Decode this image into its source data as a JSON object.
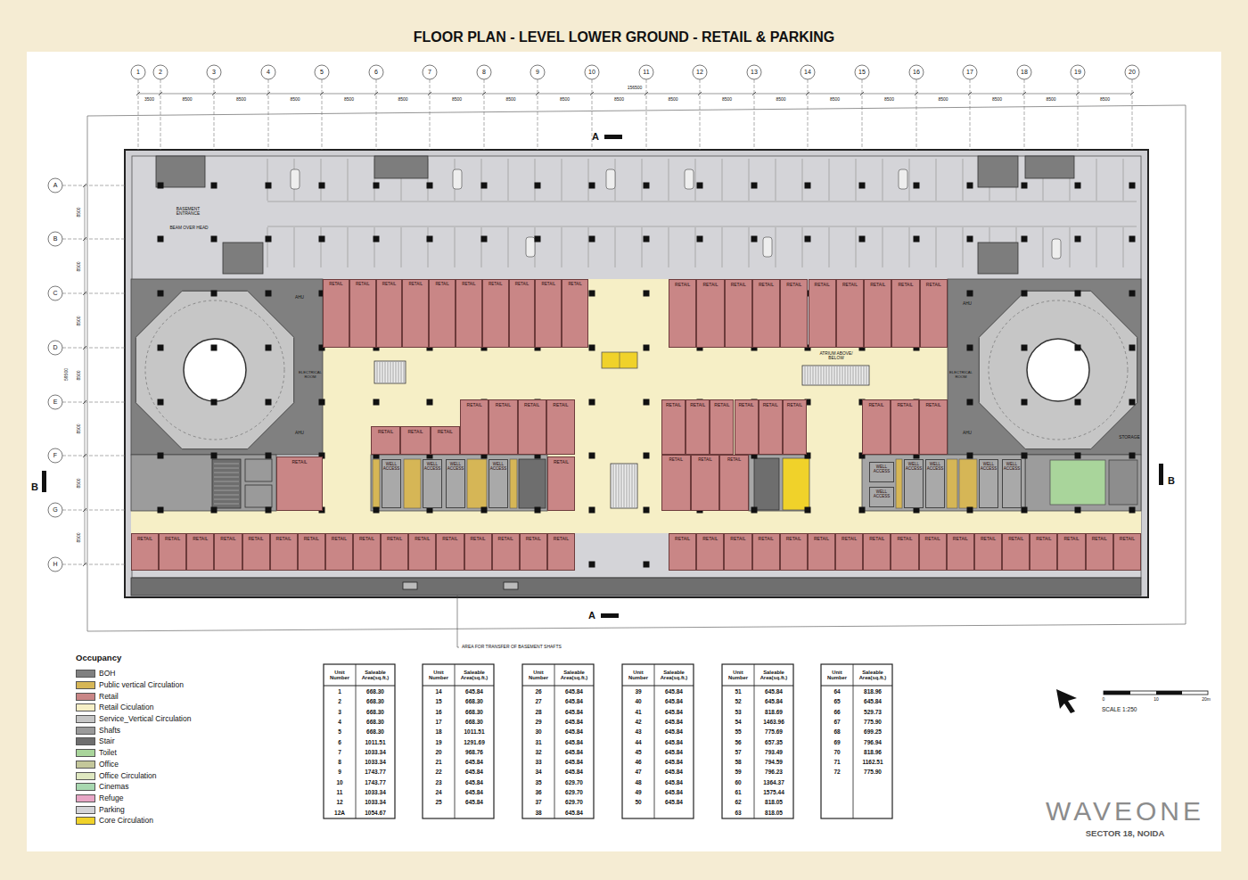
{
  "diagram": {
    "title": "FLOOR PLAN - LEVEL LOWER GROUND - RETAIL & PARKING",
    "nodes": [
      {
        "text": [
          "RETAIL"
        ]
      },
      {
        "text": [
          "RETAIL"
        ]
      },
      {
        "text": [
          "RETAIL"
        ]
      },
      {
        "text": [
          "RETAIL"
        ]
      },
      {
        "text": [
          "RETAIL"
        ]
      },
      {
        "text": [
          "RETAIL"
        ]
      },
      {
        "text": [
          "RETAIL"
        ]
      },
      {
        "text": [
          "RETAIL"
        ]
      },
      {
        "text": [
          "RETAIL"
        ]
      },
      {
        "text": [
          "RETAIL"
        ]
      },
      {
        "text": [
          "RETAIL"
        ]
      },
      {
        "text": [
          "RETAIL"
        ]
      },
      {
        "text": [
          "RETAIL"
        ]
      },
      {
        "text": [
          "RETAIL"
        ]
      },
      {
        "text": [
          "RETAIL"
        ]
      },
      {
        "text": [
          "RETAIL"
        ]
      },
      {
        "text": [
          "RETAIL"
        ]
      },
      {
        "text": [
          "RETAIL"
        ]
      },
      {
        "text": [
          "RETAIL"
        ]
      },
      {
        "text": [
          "RETAIL"
        ]
      },
      {
        "text": [
          "RETAIL"
        ]
      },
      {
        "text": [
          "RETAIL"
        ]
      },
      {
        "text": [
          "RETAIL"
        ]
      },
      {
        "text": [
          "RETAIL"
        ]
      },
      {
        "text": [
          "RETAIL"
        ]
      },
      {
        "text": [
          "RETAIL"
        ]
      },
      {
        "text": [
          "RETAIL"
        ]
      },
      {
        "text": [
          "RETAIL"
        ]
      },
      {
        "text": [
          "RETAIL"
        ]
      },
      {
        "text": [
          "RETAIL"
        ]
      },
      {
        "text": [
          "RETAIL"
        ]
      },
      {
        "text": [
          "RETAIL"
        ]
      },
      {
        "text": [
          "RETAIL"
        ]
      },
      {
        "text": [
          "RETAIL"
        ]
      },
      {
        "text": [
          "RETAIL"
        ]
      },
      {
        "text": [
          "RETAIL"
        ]
      },
      {
        "text": [
          "RETAIL"
        ]
      },
      {
        "text": [
          "WELL ACCESS"
        ]
      },
      {
        "text": [
          "WELL ACCESS"
        ]
      },
      {
        "text": [
          "WELL ACCESS"
        ]
      },
      {
        "text": [
          "WELL ACCESS"
        ]
      },
      {
        "text": [
          "RETAIL"
        ]
      },
      {
        "text": [
          "RETAIL"
        ]
      },
      {
        "text": [
          "RETAIL"
        ]
      },
      {
        "text": [
          "RETAIL"
        ]
      },
      {
        "text": [
          "WELL ACCESS"
        ]
      },
      {
        "text": [
          "WELL ACCESS"
        ]
      },
      {
        "text": [
          "WELL ACCESS"
        ]
      },
      {
        "text": [
          "WELL ACCESS"
        ]
      },
      {
        "text": [
          "WELL ACCESS"
        ]
      },
      {
        "text": [
          "WELL ACCESS"
        ]
      },
      {
        "text": [
          "RETAIL"
        ]
      },
      {
        "text": [
          "RETAIL"
        ]
      },
      {
        "text": [
          "RETAIL"
        ]
      },
      {
        "text": [
          "RETAIL"
        ]
      },
      {
        "text": [
          "RETAIL"
        ]
      },
      {
        "text": [
          "RETAIL"
        ]
      },
      {
        "text": [
          "RETAIL"
        ]
      },
      {
        "text": [
          "RETAIL"
        ]
      },
      {
        "text": [
          "RETAIL"
        ]
      },
      {
        "text": [
          "RETAIL"
        ]
      },
      {
        "text": [
          "RETAIL"
        ]
      },
      {
        "text": [
          "RETAIL"
        ]
      },
      {
        "text": [
          "RETAIL"
        ]
      },
      {
        "text": [
          "RETAIL"
        ]
      },
      {
        "text": [
          "RETAIL"
        ]
      },
      {
        "text": [
          "RETAIL"
        ]
      },
      {
        "text": [
          "RETAIL"
        ]
      },
      {
        "text": [
          "RETAIL"
        ]
      },
      {
        "text": [
          "RETAIL"
        ]
      },
      {
        "text": [
          "RETAIL"
        ]
      },
      {
        "text": [
          "RETAIL"
        ]
      },
      {
        "text": [
          "RETAIL"
        ]
      },
      {
        "text": [
          "RETAIL"
        ]
      },
      {
        "text": [
          "RETAIL"
        ]
      },
      {
        "text": [
          "RETAIL"
        ]
      },
      {
        "text": [
          "RETAIL"
        ]
      },
      {
        "text": [
          "RETAIL"
        ]
      },
      {
        "text": [
          "RETAIL"
        ]
      },
      {
        "text": [
          "RETAIL"
        ]
      },
      {
        "text": [
          "RETAIL"
        ]
      },
      {
        "text": [
          "RETAIL"
        ]
      },
      {
        "text": [
          "RETAIL"
        ]
      },
      {
        "text": [
          "RETAIL"
        ]
      }
    ],
    "labels": [
      "1",
      "2",
      "3",
      "4",
      "5",
      "6",
      "7",
      "8",
      "9",
      "10",
      "11",
      "12",
      "13",
      "14",
      "15",
      "16",
      "17",
      "18",
      "19",
      "20",
      "3500",
      "8500",
      "8500",
      "8500",
      "8500",
      "8500",
      "8500",
      "8500",
      "8500",
      "8500",
      "8500",
      "8500",
      "8500",
      "8500",
      "8500",
      "8500",
      "8500",
      "8500",
      "8500",
      "156500",
      "A",
      "B",
      "C",
      "D",
      "E",
      "F",
      "G",
      "H",
      "8500",
      "8500",
      "8500",
      "8500",
      "8500",
      "8500",
      "8500",
      "59500",
      "A",
      "A",
      "B",
      "B",
      "BASEMENT ENTRANCE",
      "BEAM OVER HEAD",
      "AHU",
      "ELECTRICAL ROOM",
      "AHU",
      "AHU",
      "ELECTRICAL ROOM",
      "AHU",
      "STORAGE",
      "ATRIUM ABOVE/ BELOW",
      "AREA FOR TRANSFER OF BASEMENT SHAFTS",
      "Occupancy",
      "Unit Number",
      "Saleable Area(sq.ft.)",
      "1",
      "668.30",
      "2",
      "668.30",
      "3",
      "668.30",
      "4",
      "668.30",
      "5",
      "668.30",
      "6",
      "1011.51",
      "7",
      "1033.34",
      "8",
      "1033.34",
      "9",
      "1743.77",
      "10",
      "1743.77",
      "11",
      "1033.34",
      "12",
      "1033.34",
      "12A",
      "1054.67",
      "Unit Number",
      "Saleable Area(sq.ft.)",
      "14",
      "645.84",
      "15",
      "668.30",
      "16",
      "668.30",
      "17",
      "668.30",
      "18",
      "1011.51",
      "19",
      "1291.69",
      "20",
      "968.76",
      "21",
      "645.84",
      "22",
      "645.84",
      "23",
      "645.84",
      "24",
      "645.84",
      "25",
      "645.84",
      "Unit Number",
      "Saleable Area(sq.ft.)",
      "26",
      "645.84",
      "27",
      "645.84",
      "28",
      "645.84",
      "29",
      "645.84",
      "30",
      "645.84",
      "31",
      "645.84",
      "32",
      "645.84",
      "33",
      "645.84",
      "34",
      "645.84",
      "35",
      "629.70",
      "36",
      "629.70",
      "37",
      "629.70",
      "38",
      "645.84",
      "Unit Number",
      "Saleable Area(sq.ft.)",
      "39",
      "645.84",
      "40",
      "645.84",
      "41",
      "645.84",
      "42",
      "645.84",
      "43",
      "645.84",
      "44",
      "645.84",
      "45",
      "645.84",
      "46",
      "645.84",
      "47",
      "645.84",
      "48",
      "645.84",
      "49",
      "645.84",
      "50",
      "645.84",
      "Unit Number",
      "Saleable Area(sq.ft.)",
      "51",
      "645.84",
      "52",
      "645.84",
      "53",
      "818.69",
      "54",
      "1463.96",
      "55",
      "775.69",
      "56",
      "657.35",
      "57",
      "793.49",
      "58",
      "794.59",
      "59",
      "796.23",
      "60",
      "1364.37",
      "61",
      "1575.44",
      "62",
      "818.05",
      "63",
      "818.05",
      "Unit Number",
      "Saleable Area(sq.ft.)",
      "64",
      "818.96",
      "65",
      "645.84",
      "66",
      "529.73",
      "67",
      "775.90",
      "68",
      "699.25",
      "69",
      "796.94",
      "70",
      "818.96",
      "71",
      "1162.51",
      "72",
      "775.90",
      "SCALE 1:250",
      "0",
      "10",
      "20m",
      "WAVEONE",
      "SECTOR 18, NOIDA"
    ],
    "legend": [
      {
        "text": "BOH",
        "color": "#808080"
      },
      {
        "text": "Public vertical Circulation",
        "color": "#d6b656"
      },
      {
        "text": "Retail",
        "color": "#c98686"
      },
      {
        "text": "Retail Ciculation",
        "color": "#f6efc6"
      },
      {
        "text": "Service_Vertical Circulation",
        "color": "#c6c6c6"
      },
      {
        "text": "Shafts",
        "color": "#9a9a9a"
      },
      {
        "text": "Stair",
        "color": "#6e6e6e"
      },
      {
        "text": "Toilet",
        "color": "#a9d59b"
      },
      {
        "text": "Office",
        "color": "#c4c79a"
      },
      {
        "text": "Office Circulation",
        "color": "#dfe8c0"
      },
      {
        "text": "Cinemas",
        "color": "#a8d8b0"
      },
      {
        "text": "Refuge",
        "color": "#e8a6c6"
      },
      {
        "text": "Parking",
        "color": "#d4d4d8"
      },
      {
        "text": "Core Circulation",
        "color": "#f0d22a"
      }
    ]
  }
}
